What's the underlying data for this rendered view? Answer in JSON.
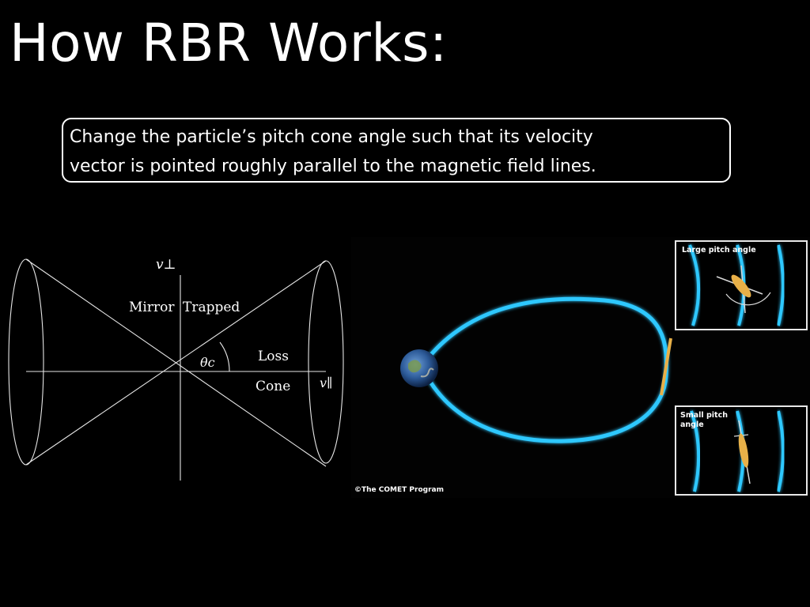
{
  "slide": {
    "title": "How RBR Works:",
    "callout_lines": [
      "Change the particle’s pitch cone angle such that its velocity",
      "vector is pointed roughly parallel to the magnetic field lines."
    ]
  },
  "cone_diagram": {
    "axis_v_perp": "v⊥",
    "axis_v_parallel": "v∥",
    "label_mirror": "Mirror",
    "label_trapped": "Trapped",
    "label_loss": "Loss",
    "label_cone": "Cone",
    "angle_label": "θc"
  },
  "orbit_diagram": {
    "credit": "©The COMET Program",
    "inset_top_label": "Large pitch angle",
    "inset_bottom_label_line1": "Small pitch",
    "inset_bottom_label_line2": "angle",
    "colors": {
      "field_line": "#2fc8ff",
      "particle": "#e8b048",
      "earth_blue": "#3a6fb0"
    }
  }
}
